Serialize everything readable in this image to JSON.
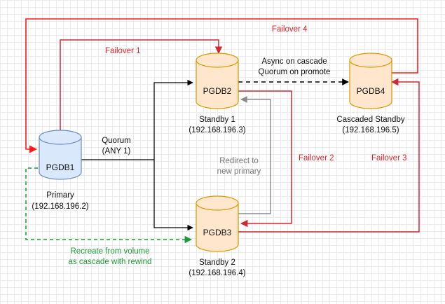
{
  "colors": {
    "failover": "#cc2a36",
    "failover_arrow": "#ff1a1a",
    "redirect": "#8c8c8c",
    "recreate": "#1a9a3a",
    "primary_fill": "#dae8fc",
    "primary_stroke": "#6c8ebf",
    "standby_fill": "#ffe6cc",
    "standby_stroke": "#d79b00"
  },
  "nodes": {
    "pgdb1": {
      "name": "PGDB1",
      "role": "Primary",
      "ip": "(192.168.196.2)"
    },
    "pgdb2": {
      "name": "PGDB2",
      "role": "Standby 1",
      "ip": "(192.168.196.3)"
    },
    "pgdb3": {
      "name": "PGDB3",
      "role": "Standby 2",
      "ip": "(192.168.196.4)"
    },
    "pgdb4": {
      "name": "PGDB4",
      "role": "Cascaded Standby",
      "ip": "(192.168.196.5)"
    }
  },
  "edges": {
    "quorum_line1": "Quorum",
    "quorum_line2": "(ANY 1)",
    "async_line1": "Async on cascade",
    "async_line2": "Quorum on promote",
    "redirect_line1": "Redirect to",
    "redirect_line2": "new primary",
    "recreate_line1": "Recreate from volume",
    "recreate_line2": "as cascade with rewind",
    "failover1": "Failover 1",
    "failover2": "Failover 2",
    "failover3": "Failover 3",
    "failover4": "Failover 4"
  }
}
